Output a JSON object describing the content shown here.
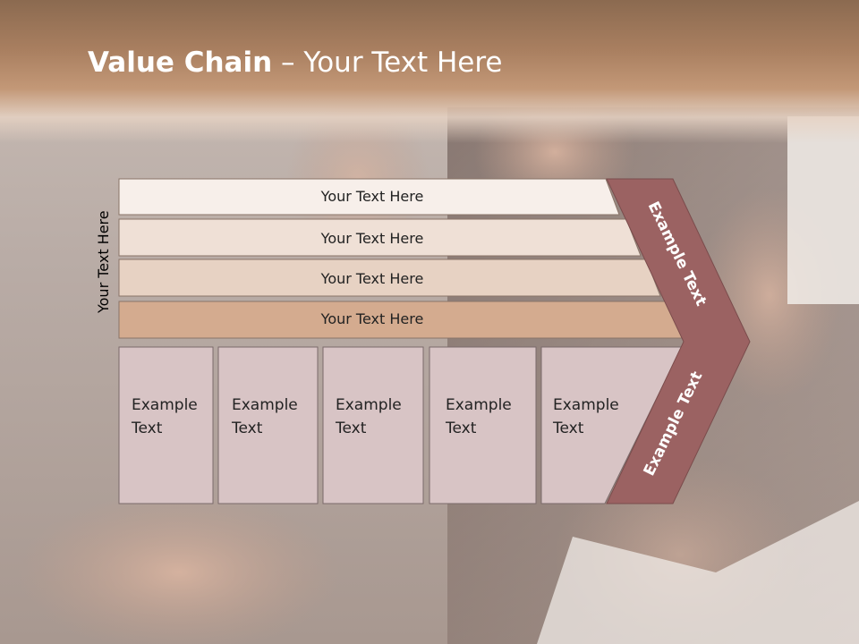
{
  "title": {
    "bold": "Value Chain",
    "rest": " – Your Text Here"
  },
  "side_label": "Your Text Here",
  "rows": [
    {
      "label": "Your Text Here",
      "fill": "#f7efea"
    },
    {
      "label": "Your Text Here",
      "fill": "#efe0d6"
    },
    {
      "label": "Your Text Here",
      "fill": "#e7d2c3"
    },
    {
      "label": "Your Text Here",
      "fill": "#d4ab8f"
    }
  ],
  "boxes": [
    {
      "line1": "Example",
      "line2": "Text"
    },
    {
      "line1": "Example",
      "line2": "Text"
    },
    {
      "line1": "Example",
      "line2": "Text"
    },
    {
      "line1": "Example",
      "line2": "Text"
    },
    {
      "line1": "Example",
      "line2": "Text"
    }
  ],
  "chevron": {
    "upper": "Example Text",
    "lower": "Example Text",
    "color": "#9b6262"
  },
  "colors": {
    "box_fill": "#d8c4c5",
    "box_stroke": "#7a6a6a",
    "row_stroke": "#8a7468"
  }
}
